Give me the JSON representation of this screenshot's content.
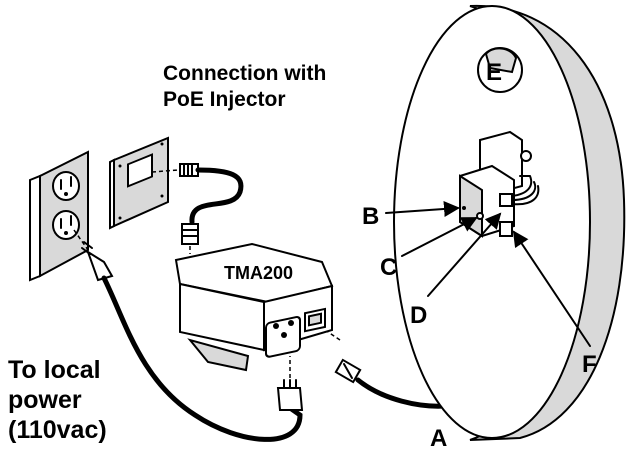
{
  "title_line1": "Connection with",
  "title_line2": "PoE Injector",
  "device_label": "TMA200",
  "local_power_line1": "To local",
  "local_power_line2": "power",
  "local_power_line3": "(110vac)",
  "callouts": {
    "a": "A",
    "b": "B",
    "c": "C",
    "d": "D",
    "e": "E",
    "f": "F"
  }
}
